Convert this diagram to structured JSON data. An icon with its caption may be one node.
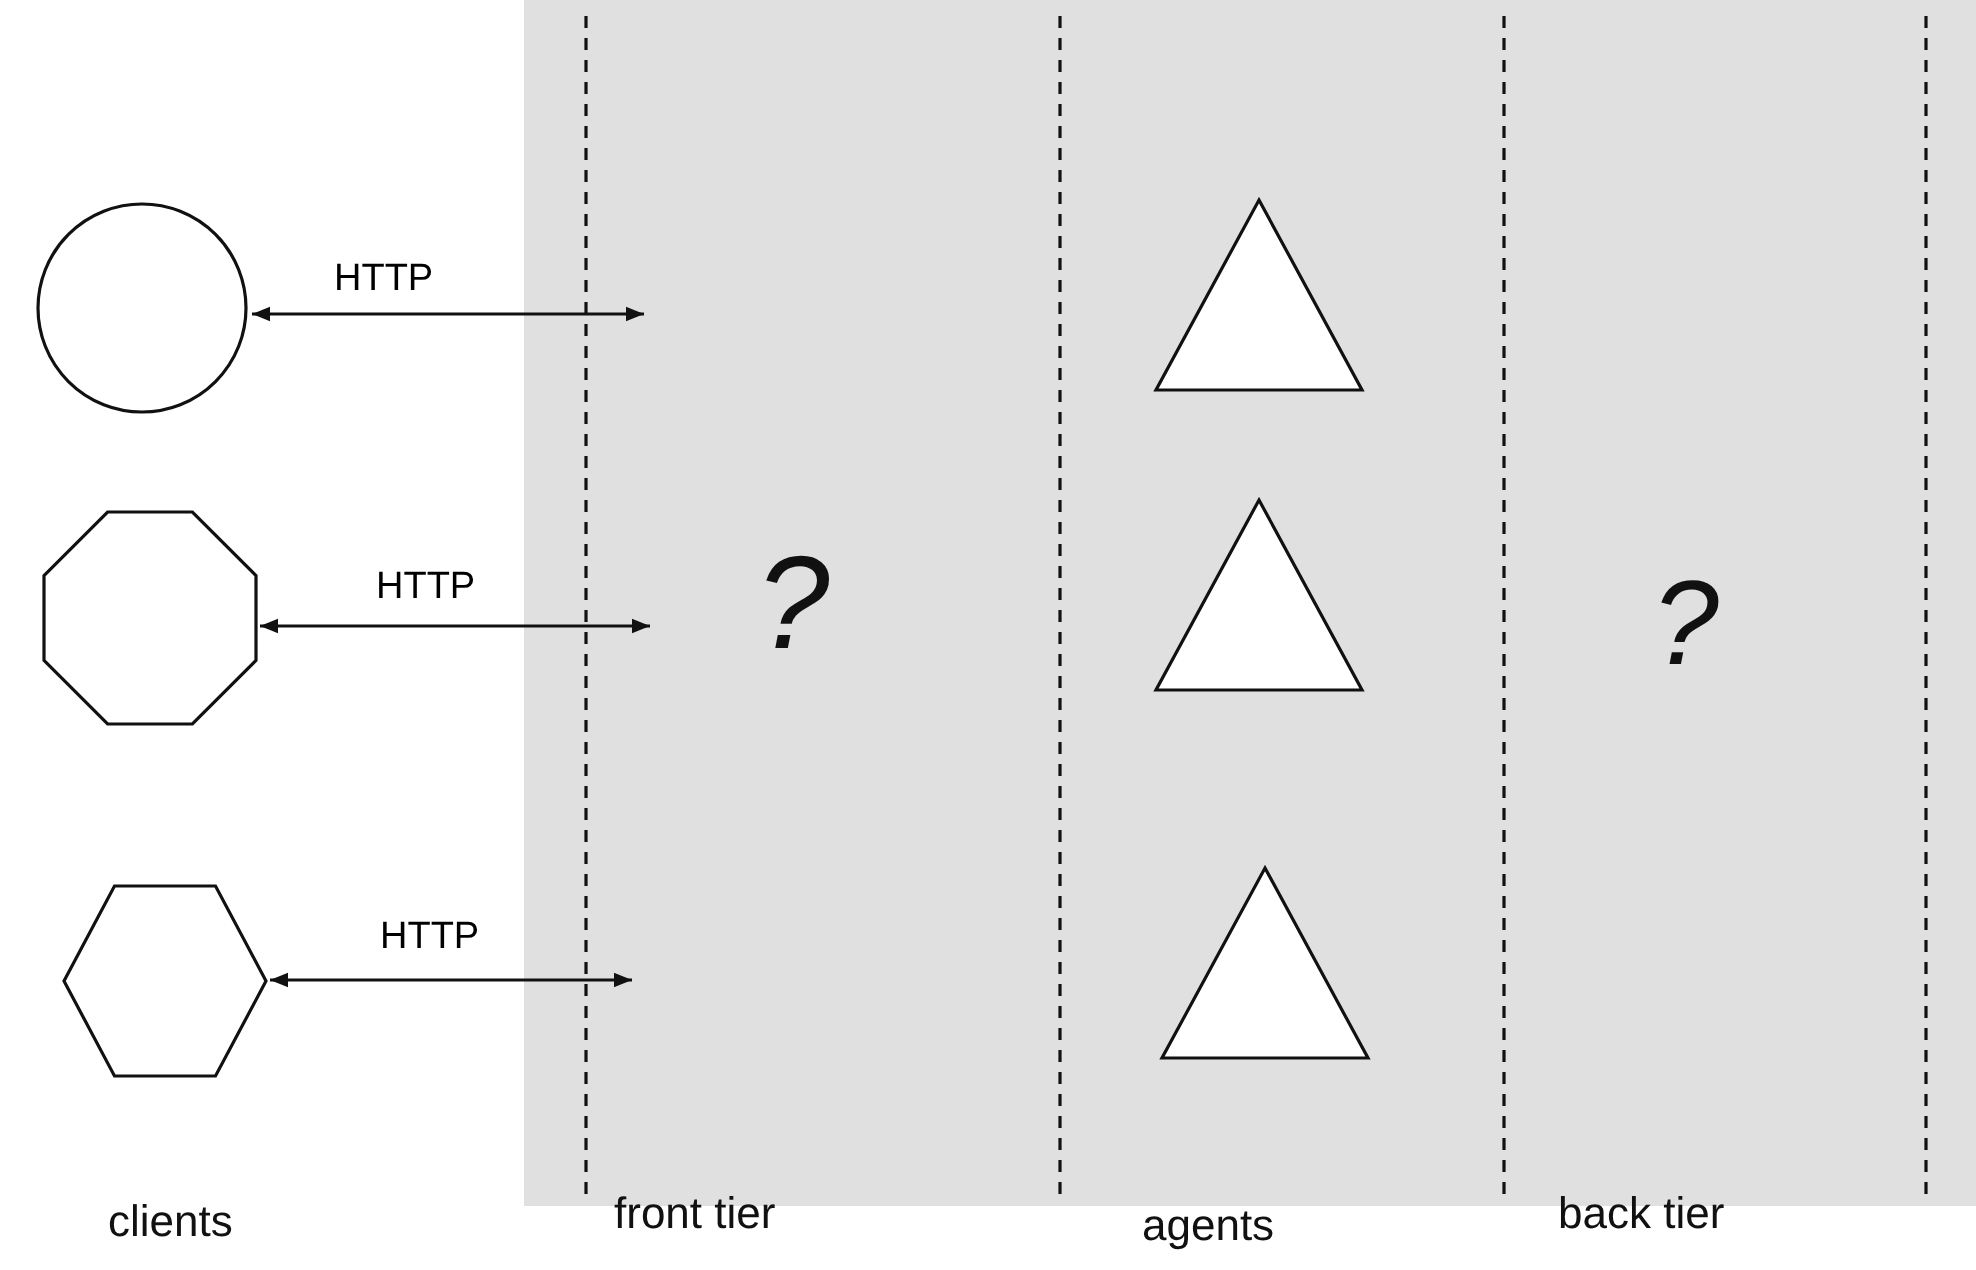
{
  "diagram": {
    "nodes": [
      {
        "text": [],
        "shape": "circle"
      },
      {
        "text": [],
        "shape": "octagon"
      },
      {
        "text": [],
        "shape": "hexagon"
      },
      {
        "text": [],
        "shape": "triangle"
      },
      {
        "text": [],
        "shape": "triangle"
      },
      {
        "text": [],
        "shape": "triangle"
      }
    ],
    "edges": [
      {
        "from": 0,
        "to": null,
        "arrow": "both",
        "label": "HTTP"
      },
      {
        "from": 1,
        "to": null,
        "arrow": "both",
        "label": "HTTP"
      },
      {
        "from": 2,
        "to": null,
        "arrow": "both",
        "label": "HTTP"
      }
    ],
    "labels": [
      "?",
      "?",
      "clients",
      "front tier",
      "agents",
      "back tier"
    ]
  }
}
